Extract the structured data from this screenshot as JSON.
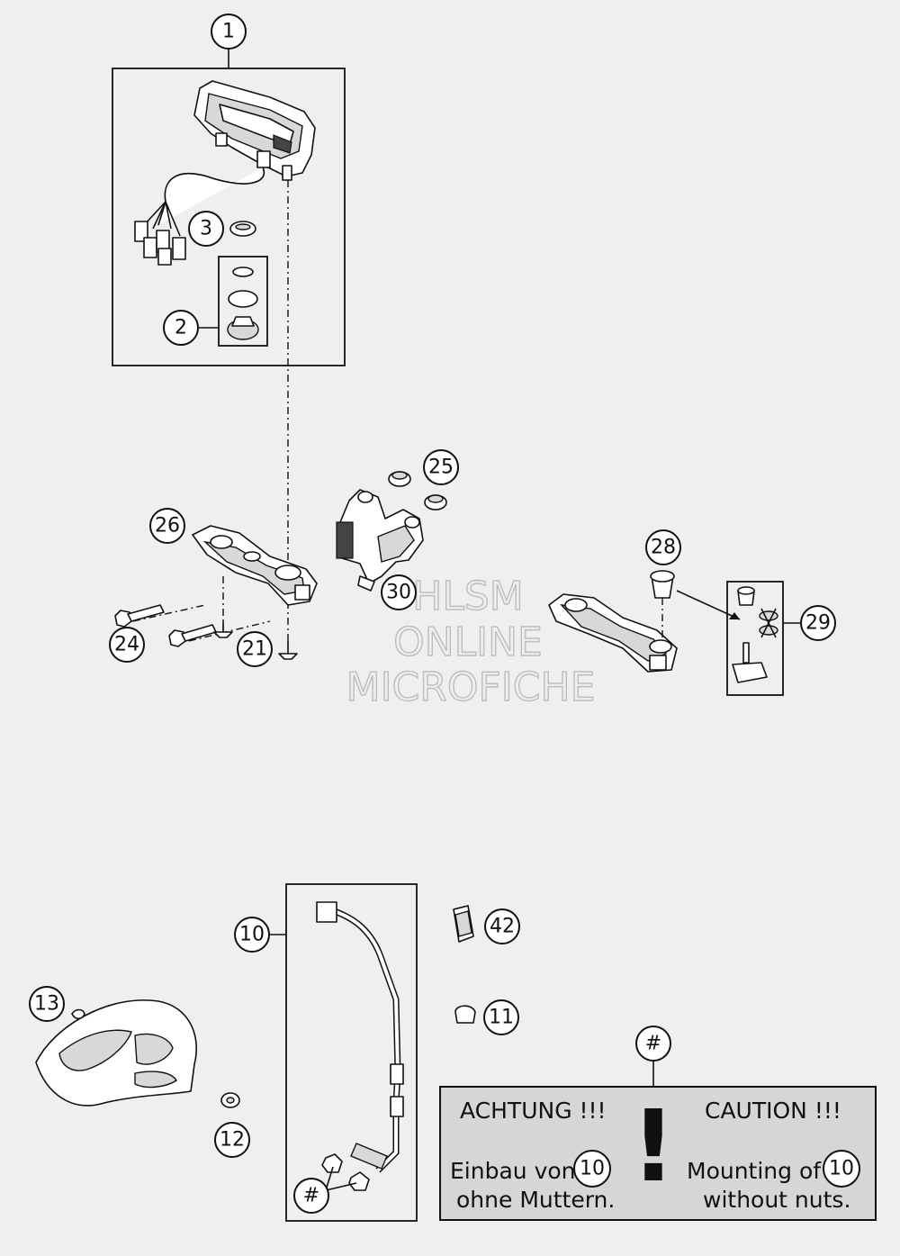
{
  "watermark": {
    "line1": "HLSM",
    "line2": "ONLINE",
    "line3": "MICROFICHE"
  },
  "callouts": {
    "c1": "1",
    "c2": "2",
    "c3": "3",
    "c10": "10",
    "c11": "11",
    "c12": "12",
    "c13": "13",
    "c21": "21",
    "c24": "24",
    "c25": "25",
    "c26": "26",
    "c28": "28",
    "c29": "29",
    "c30": "30",
    "c42": "42",
    "hash_note": "#",
    "hash_nuts": "#"
  },
  "notice": {
    "heading_de": "ACHTUNG !!!",
    "heading_en": "CAUTION !!!",
    "exclamation": "!",
    "de_line1": "Einbau von",
    "de_ref": "10",
    "de_line2": "ohne Muttern.",
    "en_line1": "Mounting of",
    "en_ref": "10",
    "en_line2": "without nuts.",
    "panel_color": "#d6d6d6"
  }
}
